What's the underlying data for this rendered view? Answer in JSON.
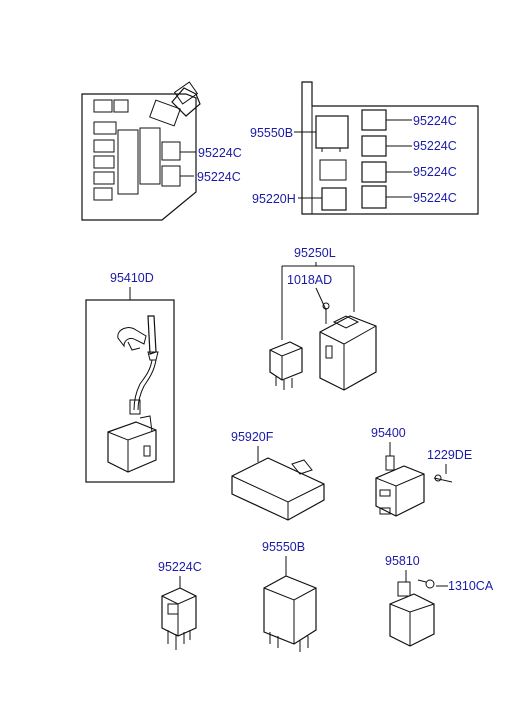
{
  "labels": {
    "fuse_box_relay_1": "95224C",
    "fuse_box_relay_2": "95224C",
    "panel_relay_b": "95550B",
    "panel_relay_h": "95220H",
    "panel_relay_1": "95224C",
    "panel_relay_2": "95224C",
    "panel_relay_3": "95224C",
    "panel_relay_4": "95224C",
    "module_95250l": "95250L",
    "bolt_1018ad": "1018AD",
    "antenna_unit": "95410D",
    "module_95920f": "95920F",
    "relay_95400": "95400",
    "screw_1229de": "1229DE",
    "relay_95224c": "95224C",
    "relay_95550b": "95550B",
    "relay_95810": "95810",
    "bolt_1310ca": "1310CA"
  }
}
